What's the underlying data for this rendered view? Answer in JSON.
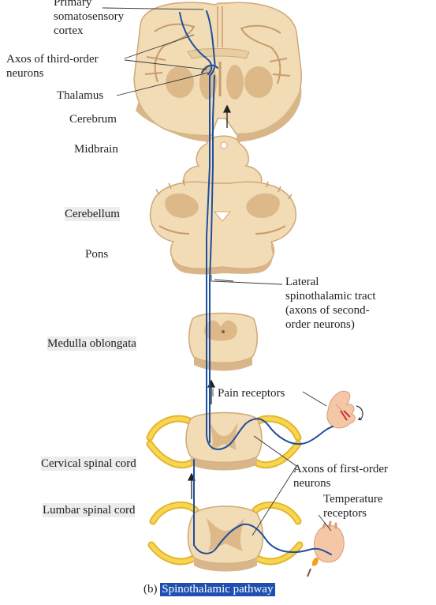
{
  "labels": {
    "primary_cortex": "Primary somatosensory cortex",
    "third_order_axons": "Axos of third-order neurons",
    "thalamus": "Thalamus",
    "cerebrum": "Cerebrum",
    "midbrain": "Midbrain",
    "cerebellum": "Cerebellum",
    "pons": "Pons",
    "lateral_tract": "Lateral spinothalamic tract (axons of second-order neurons)",
    "medulla": "Medulla oblongata",
    "pain_receptors": "Pain receptors",
    "cervical_cord": "Cervical spinal cord",
    "first_order_axons": "Axons of first-order neurons",
    "lumbar_cord": "Lumbar spinal cord",
    "temperature_receptors": "Temperature receptors"
  },
  "caption": {
    "prefix": "(b)",
    "title": "Spinothalamic pathway"
  },
  "colors": {
    "tissue": "#f2dcb6",
    "tissue_edge": "#cfa877",
    "gray_matter": "#ddb98a",
    "pathway": "#1f4f9c",
    "nerve": "#f2cc38",
    "skin": "#f4c7a6"
  }
}
